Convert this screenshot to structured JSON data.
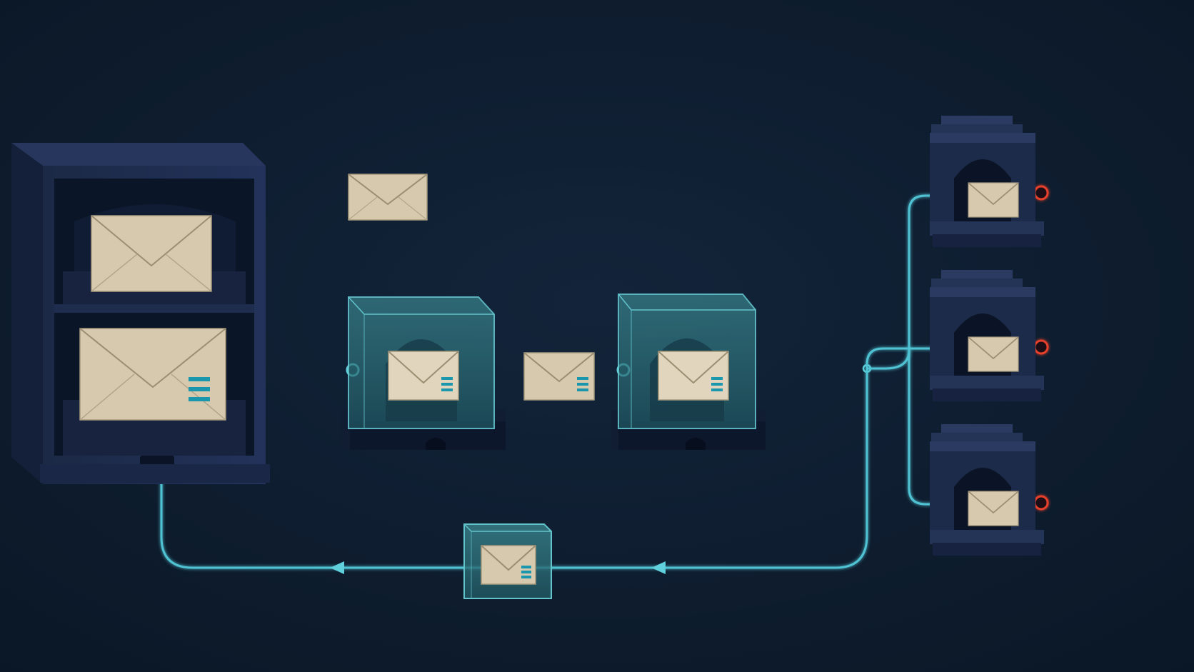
{
  "diagram": {
    "kind": "message-routing",
    "nodes": [
      {
        "id": "source",
        "icon": "mail-cabinet-icon",
        "holds": [
          "plain-envelope-icon",
          "tagged-envelope-icon"
        ]
      },
      {
        "id": "queue-a",
        "icon": "glass-mailbox-icon",
        "holds": [
          "tagged-envelope-icon"
        ]
      },
      {
        "id": "queue-b",
        "icon": "glass-mailbox-icon",
        "holds": [
          "tagged-envelope-icon"
        ]
      },
      {
        "id": "return-box",
        "icon": "glass-cube-icon",
        "holds": [
          "tagged-envelope-icon"
        ]
      },
      {
        "id": "sink-1",
        "icon": "mailbox-icon",
        "holds": [
          "plain-envelope-icon"
        ]
      },
      {
        "id": "sink-2",
        "icon": "mailbox-icon",
        "holds": [
          "plain-envelope-icon"
        ]
      },
      {
        "id": "sink-3",
        "icon": "mailbox-icon",
        "holds": [
          "plain-envelope-icon"
        ]
      }
    ],
    "links": [
      {
        "id": "direct",
        "from": "source",
        "to": "sink-1",
        "style": "orange",
        "carries": "plain-envelope-icon"
      },
      {
        "id": "main",
        "from": "source",
        "to": "queue-a",
        "style": "cyan"
      },
      {
        "id": "hop",
        "from": "queue-a",
        "to": "queue-b",
        "style": "cyan",
        "carries": "tagged-envelope-icon"
      },
      {
        "id": "fanout-1",
        "from": "queue-b",
        "to": "sink-1",
        "style": "cyan"
      },
      {
        "id": "fanout-2",
        "from": "queue-b",
        "to": "sink-2",
        "style": "cyan"
      },
      {
        "id": "fanout-3",
        "from": "queue-b",
        "to": "sink-3",
        "style": "cyan"
      },
      {
        "id": "feedback",
        "from": "queue-b",
        "to": "source",
        "style": "cyan",
        "via": "return-box",
        "arrow": "left"
      },
      {
        "id": "out-1",
        "from": "sink-1",
        "to": "off-canvas",
        "style": "orange-dashed",
        "port": "red"
      },
      {
        "id": "out-2",
        "from": "sink-2",
        "to": "off-canvas",
        "style": "orange-dashed",
        "port": "red"
      },
      {
        "id": "out-3",
        "from": "sink-3",
        "to": "off-canvas",
        "style": "orange-dashed",
        "port": "red"
      }
    ]
  },
  "colors": {
    "background": "#0c1a2b",
    "cabinet": "#1e2d4d",
    "cabinet_dark": "#0f1a30",
    "glass": "#2f6f78",
    "glass_edge": "#62c3cb",
    "envelope": "#d6c9ae",
    "envelope_line": "#9c8e73",
    "envelope_tag": "#1a96ad",
    "link_cyan": "#4fc3d3",
    "link_orange": "#e8962e",
    "port_red": "#e8402a"
  }
}
